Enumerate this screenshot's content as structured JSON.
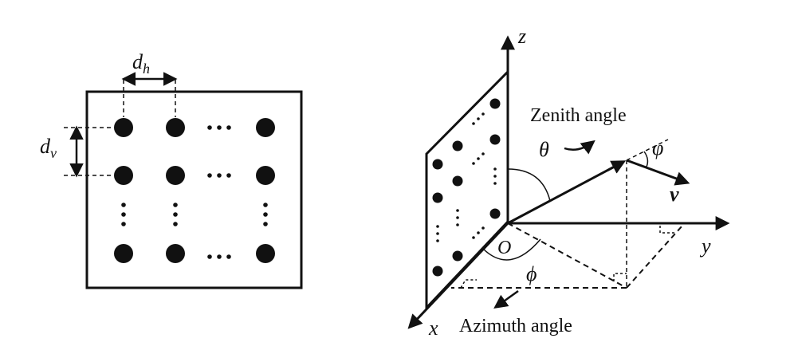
{
  "left_panel": {
    "dh_main": "d",
    "dh_sub": "h",
    "dv_main": "d",
    "dv_sub": "v",
    "rows_shown": 3,
    "cols_shown": 3
  },
  "right_panel": {
    "axis_z": "z",
    "axis_y": "y",
    "axis_x": "x",
    "origin": "O",
    "zenith_label": "Zenith angle",
    "azimuth_label": "Azimuth angle",
    "theta": "θ",
    "phi": "ϕ",
    "varphi": "φ",
    "velocity": "v"
  },
  "colors": {
    "ink": "#111111",
    "background": "#ffffff"
  }
}
